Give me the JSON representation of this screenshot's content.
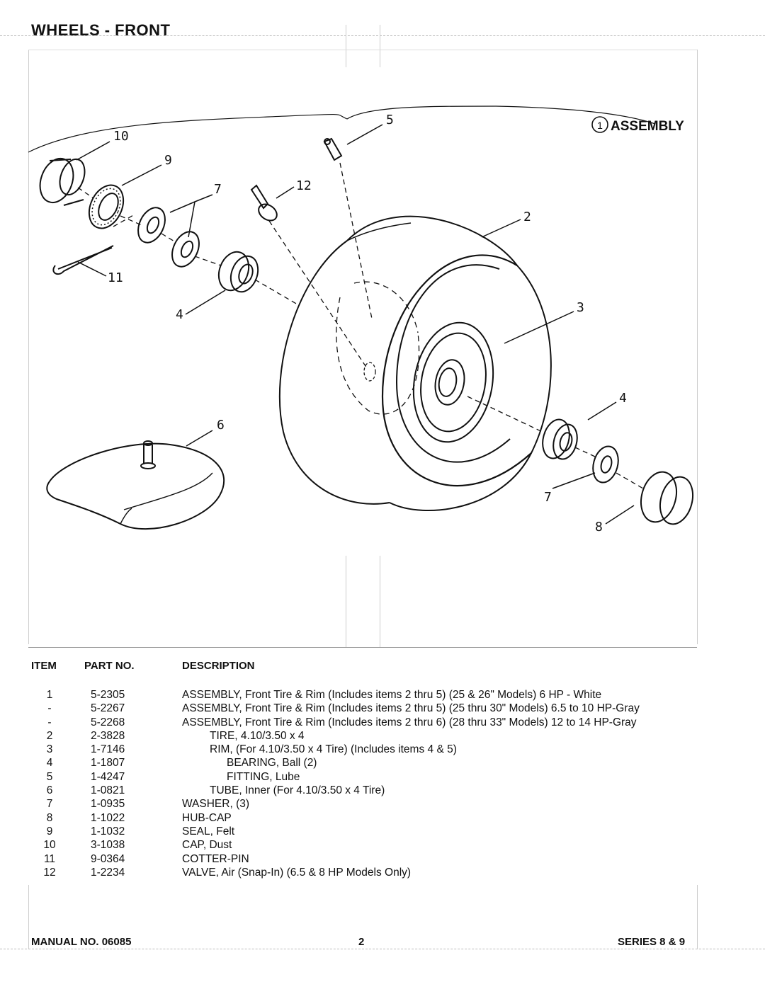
{
  "page_title": "WHEELS - FRONT",
  "assembly_label": "ASSEMBLY",
  "assembly_number": "1",
  "callouts": {
    "c10": "10",
    "c9": "9",
    "c7a": "7",
    "c12": "12",
    "c5": "5",
    "c2": "2",
    "c11": "11",
    "c4a": "4",
    "c3": "3",
    "c6": "6",
    "c4b": "4",
    "c7b": "7",
    "c8": "8"
  },
  "table_headers": {
    "item": "ITEM",
    "part_no": "PART NO.",
    "description": "DESCRIPTION"
  },
  "parts": [
    {
      "item": "1",
      "part_no": "5-2305",
      "description": "ASSEMBLY, Front Tire & Rim (Includes items 2 thru 5) (25 & 26\" Models) 6 HP - White",
      "indent": 0
    },
    {
      "item": "-",
      "part_no": "5-2267",
      "description": "ASSEMBLY, Front Tire & Rim (Includes items 2 thru 5) (25 thru 30\" Models) 6.5 to 10 HP-Gray",
      "indent": 0
    },
    {
      "item": "-",
      "part_no": "5-2268",
      "description": "ASSEMBLY, Front Tire & Rim (Includes items 2 thru 6) (28 thru 33\" Models) 12 to 14 HP-Gray",
      "indent": 0
    },
    {
      "item": "2",
      "part_no": "2-3828",
      "description": "TIRE, 4.10/3.50 x 4",
      "indent": 1
    },
    {
      "item": "3",
      "part_no": "1-7146",
      "description": "RIM, (For 4.10/3.50 x 4 Tire) (Includes items 4 & 5)",
      "indent": 1
    },
    {
      "item": "4",
      "part_no": "1-1807",
      "description": "BEARING, Ball (2)",
      "indent": 2
    },
    {
      "item": "5",
      "part_no": "1-4247",
      "description": "FITTING, Lube",
      "indent": 2
    },
    {
      "item": "6",
      "part_no": "1-0821",
      "description": "TUBE, Inner (For 4.10/3.50 x 4 Tire)",
      "indent": 1
    },
    {
      "item": "7",
      "part_no": "1-0935",
      "description": "WASHER, (3)",
      "indent": 0
    },
    {
      "item": "8",
      "part_no": "1-1022",
      "description": "HUB-CAP",
      "indent": 0
    },
    {
      "item": "9",
      "part_no": "1-1032",
      "description": "SEAL, Felt",
      "indent": 0
    },
    {
      "item": "10",
      "part_no": "3-1038",
      "description": "CAP, Dust",
      "indent": 0
    },
    {
      "item": "11",
      "part_no": "9-0364",
      "description": "COTTER-PIN",
      "indent": 0
    },
    {
      "item": "12",
      "part_no": "1-2234",
      "description": "VALVE, Air (Snap-In) (6.5 & 8 HP Models Only)",
      "indent": 0
    }
  ],
  "footer": {
    "manual": "MANUAL NO. 06085",
    "page_number": "2",
    "series": "SERIES 8 & 9"
  }
}
